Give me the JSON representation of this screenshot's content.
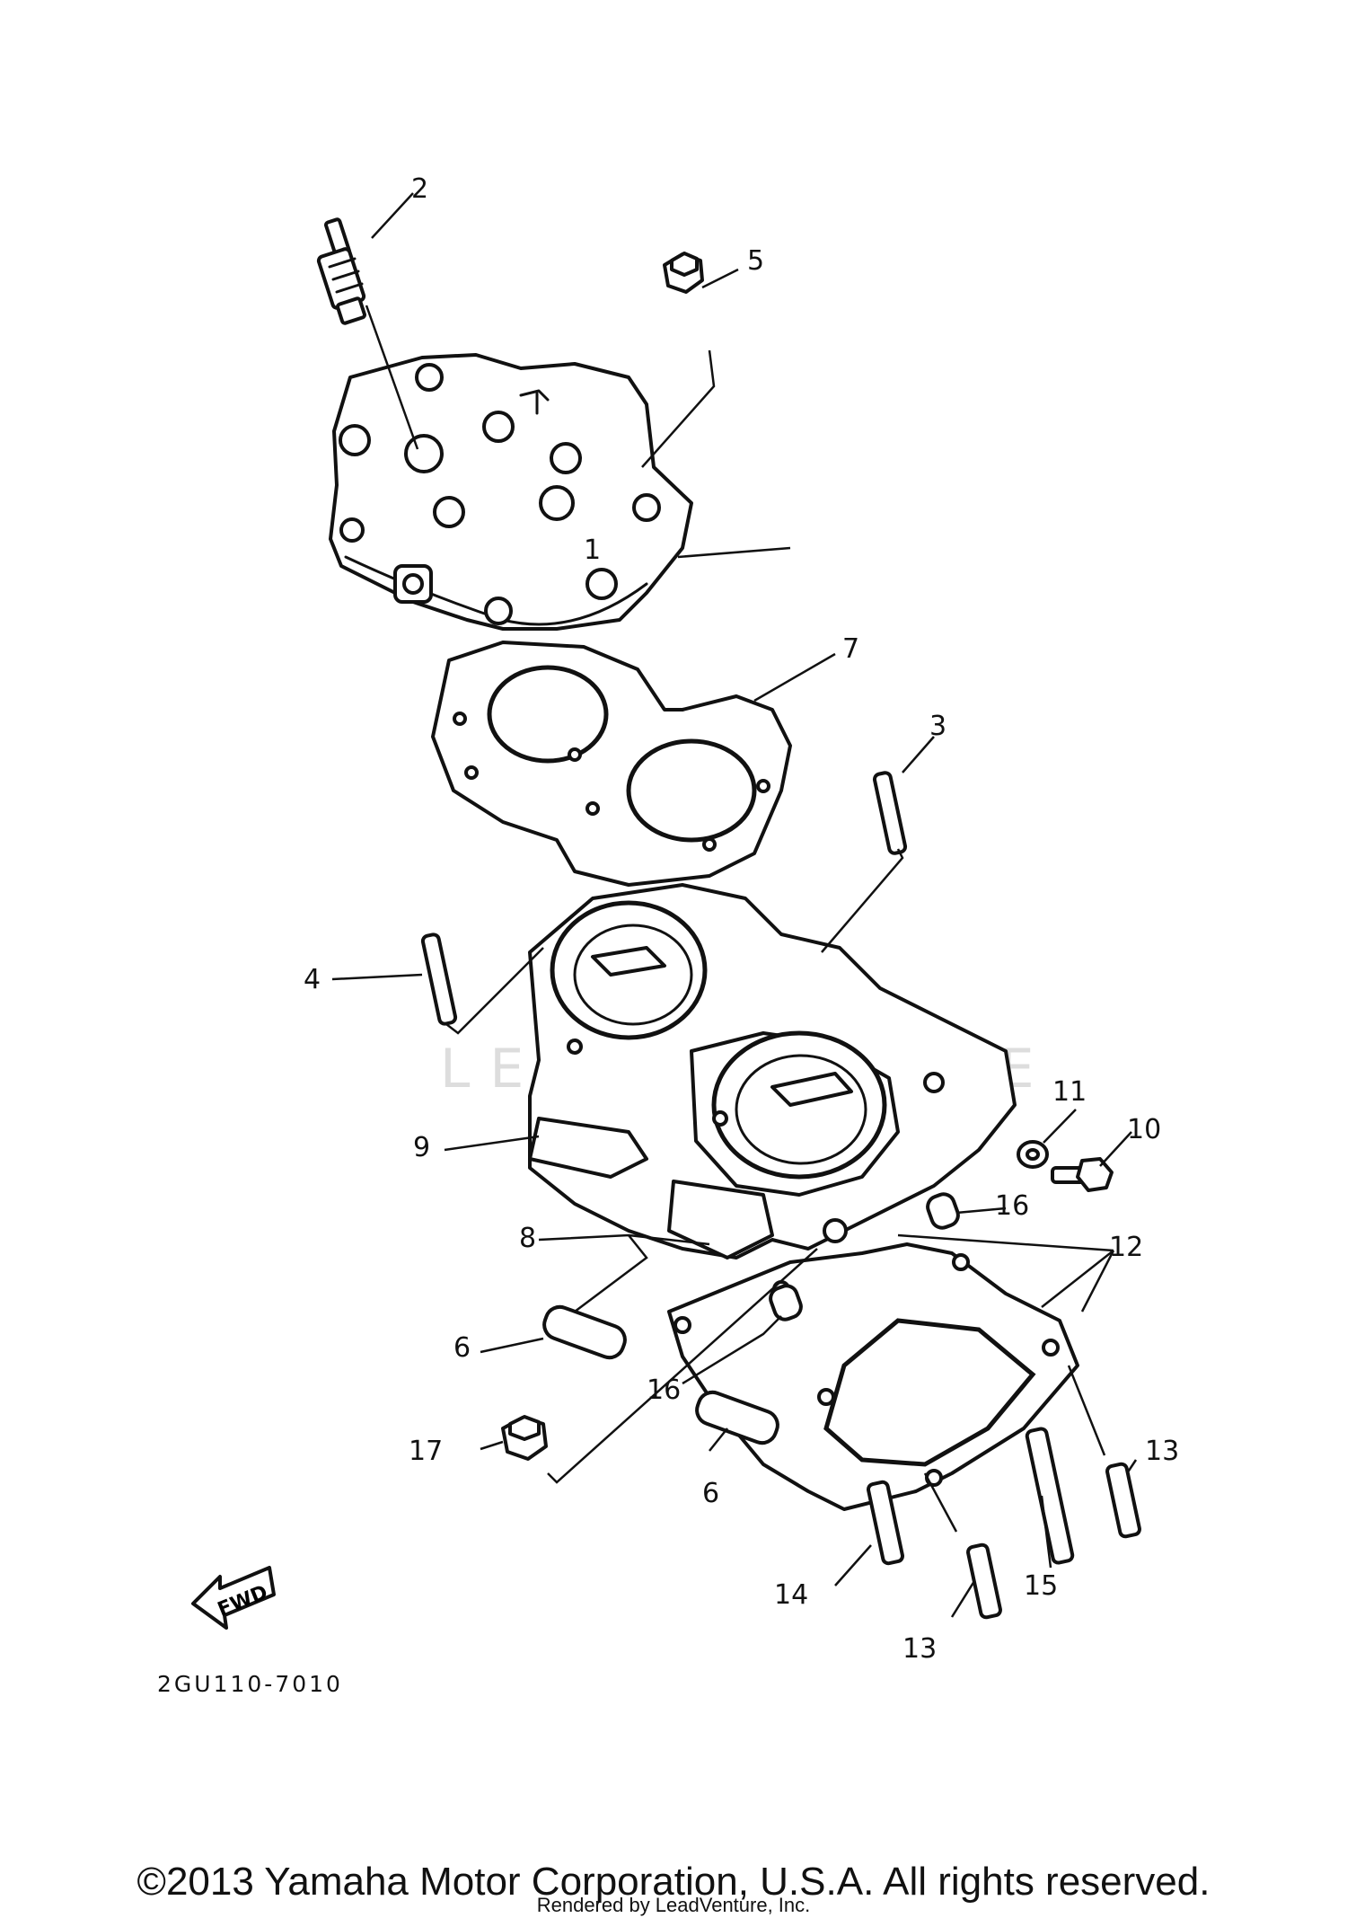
{
  "diagram": {
    "code": "2GU110-7010",
    "fwd_label": "FWD",
    "watermark": "LEADVENTURE",
    "callouts": {
      "c1": "1",
      "c2": "2",
      "c3": "3",
      "c4": "4",
      "c5": "5",
      "c6a": "6",
      "c6b": "6",
      "c7": "7",
      "c8": "8",
      "c9": "9",
      "c10": "10",
      "c11": "11",
      "c12": "12",
      "c13a": "13",
      "c13b": "13",
      "c14": "14",
      "c15": "15",
      "c16a": "16",
      "c16b": "16",
      "c17": "17"
    }
  },
  "footer": {
    "copyright": "©2013 Yamaha Motor Corporation, U.S.A. All rights reserved.",
    "rendered_by": "Rendered by LeadVenture, Inc."
  }
}
